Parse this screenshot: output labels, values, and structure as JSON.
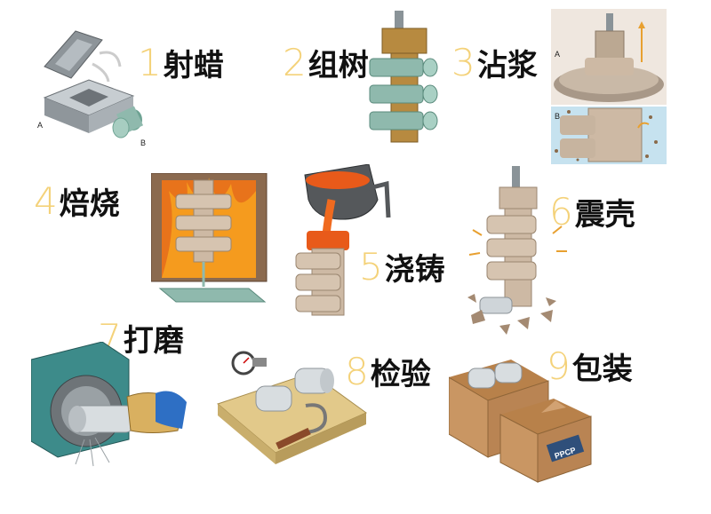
{
  "steps": [
    {
      "num": "1",
      "label": "射蜡"
    },
    {
      "num": "2",
      "label": "组树"
    },
    {
      "num": "3",
      "label": "沾浆"
    },
    {
      "num": "4",
      "label": "焙烧"
    },
    {
      "num": "5",
      "label": "浇铸"
    },
    {
      "num": "6",
      "label": "震壳"
    },
    {
      "num": "7",
      "label": "打磨"
    },
    {
      "num": "8",
      "label": "检验"
    },
    {
      "num": "9",
      "label": "包装"
    }
  ],
  "subfigure_labels": {
    "mold_a": "A",
    "mold_b": "B",
    "dip_a": "A",
    "dip_b": "B"
  },
  "box_stamp": "PPCP",
  "colors": {
    "step_number": "#f4d27a",
    "step_text": "#111111",
    "ceramic": "#cdb9a4",
    "wax": "#8fb9ad",
    "molten": "#e85a1a",
    "cardboard": "#c99663"
  }
}
